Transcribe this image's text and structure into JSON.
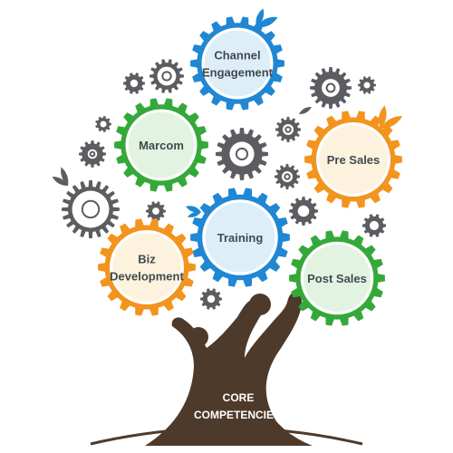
{
  "colors": {
    "blue": "#1f87d3",
    "blue_fill": "#ddeef9",
    "green": "#35a83a",
    "green_fill": "#e3f3e2",
    "orange": "#f2941e",
    "orange_fill": "#fdf2de",
    "grey_gear": "#5b5d60",
    "trunk": "#4e3a2b",
    "leaf_blue": "#1f87d3",
    "leaf_orange": "#f2941e",
    "leaf_grey": "#5b5d60"
  },
  "competencies": [
    {
      "key": "channel",
      "lines": [
        "Channel",
        "Engagement"
      ],
      "color": "blue"
    },
    {
      "key": "marcom",
      "lines": [
        "Marcom"
      ],
      "color": "green"
    },
    {
      "key": "presales",
      "lines": [
        "Pre Sales"
      ],
      "color": "orange"
    },
    {
      "key": "training",
      "lines": [
        "Training"
      ],
      "color": "blue"
    },
    {
      "key": "biz",
      "lines": [
        "Biz",
        "Development"
      ],
      "color": "orange"
    },
    {
      "key": "postsales",
      "lines": [
        "Post Sales"
      ],
      "color": "green"
    }
  ],
  "trunk_label": {
    "line1": "CORE",
    "line2": "COMPETENCIES"
  }
}
